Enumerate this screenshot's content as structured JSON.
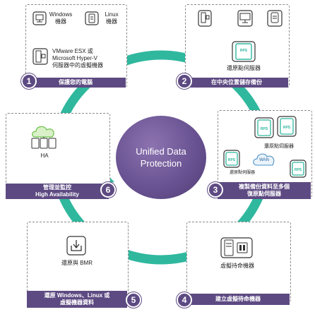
{
  "center": {
    "line1": "Unified Data",
    "line2": "Protection"
  },
  "colors": {
    "ring": "#2fb89e",
    "banner": "#5d4a82",
    "accent": "#6cc24a"
  },
  "steps": [
    {
      "number": "1",
      "banner": "保護您的電腦",
      "items": {
        "windows": "Windows\n機器",
        "linux": "Linux\n機器",
        "vm": "VMware ESX 或\nMicrosoft Hyper-V\n伺服器中的虛擬機器"
      }
    },
    {
      "number": "2",
      "banner": "在中央位置儲存備份",
      "items": {
        "rps": "RPS",
        "server": "還原點伺服器"
      }
    },
    {
      "number": "3",
      "banner_line1": "複製備份資料至多個",
      "banner_line2": "復原點伺服器",
      "items": {
        "rps": "RPS",
        "server_top": "還原點伺服器",
        "wan": "WAN",
        "server_left": "還原點伺服器"
      }
    },
    {
      "number": "4",
      "banner": "建立虛擬待命機器",
      "items": {
        "standby": "虛擬待命機器"
      }
    },
    {
      "number": "5",
      "banner_line1": "還原 Windows、Linux 或",
      "banner_line2": "虛擬機器資料",
      "items": {
        "restore": "還原與 BMR"
      }
    },
    {
      "number": "6",
      "banner_line1": "管理並監控",
      "banner_line2": "High Availability",
      "items": {
        "ha": "HA"
      }
    }
  ]
}
